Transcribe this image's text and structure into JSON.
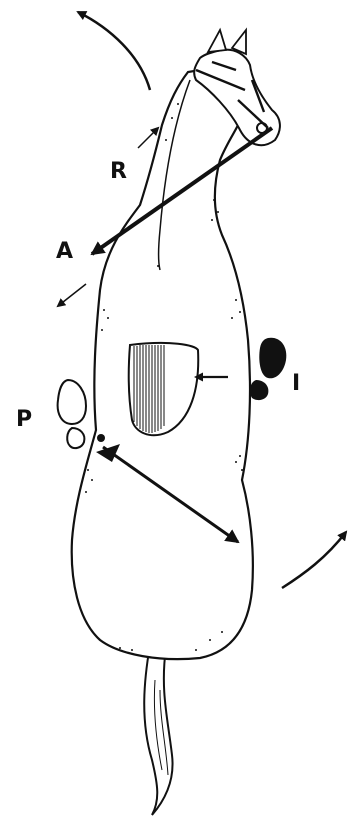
{
  "labels": {
    "rein": "R",
    "aid_a": "A",
    "inside_leg": "I",
    "outside_leg": "P"
  },
  "colors": {
    "ink": "#111111",
    "paper": "#ffffff"
  }
}
